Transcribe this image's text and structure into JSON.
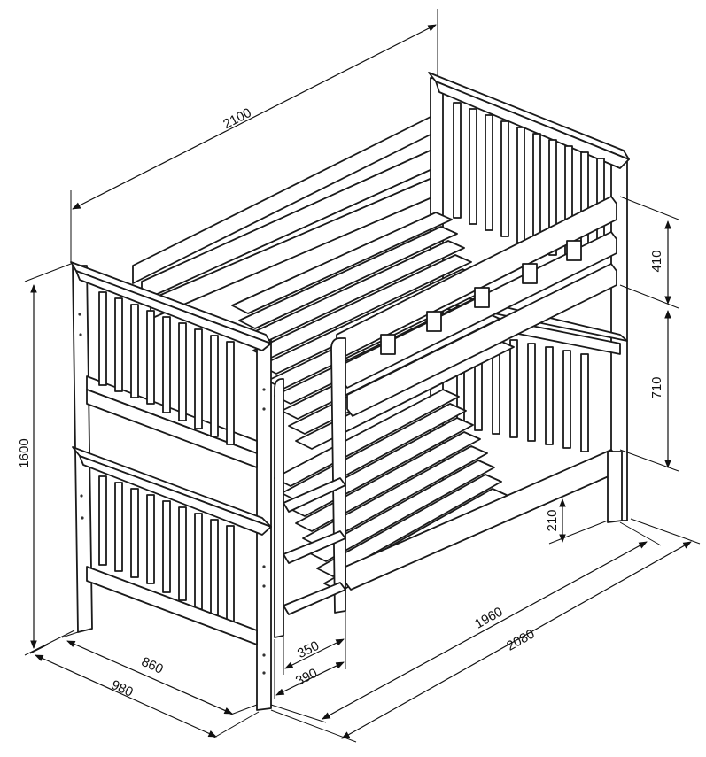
{
  "dimensions": {
    "overall_length": "2100",
    "head_height": "1600",
    "guard_height": "410",
    "bunk_clearance": "710",
    "under_clearance": "210",
    "inner_length": "1960",
    "outer_length": "2080",
    "inner_width": "860",
    "outer_width": "980",
    "ladder_inner": "350",
    "ladder_outer": "390"
  },
  "colors": {
    "line": "#1a1a1a",
    "fill": "#ffffff"
  }
}
